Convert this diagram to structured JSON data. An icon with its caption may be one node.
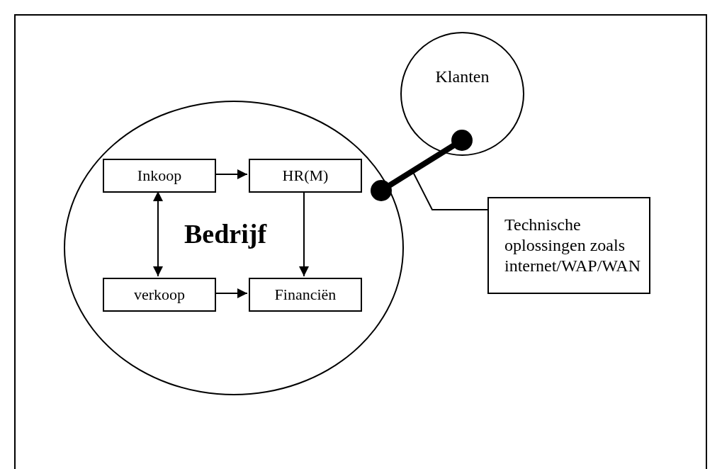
{
  "diagram": {
    "nodes": [
      {
        "text": [
          "Bedrijf"
        ]
      },
      {
        "text": [
          "Inkoop"
        ],
        "in": 0
      },
      {
        "text": [
          "HR(M)"
        ],
        "in": 0
      },
      {
        "text": [
          "verkoop"
        ],
        "in": 0
      },
      {
        "text": [
          "Financiën"
        ],
        "in": 0
      },
      {
        "text": [
          "Klanten"
        ]
      },
      {
        "text": [
          "Technische oplossingen zoals internet/WAP/WAN"
        ]
      }
    ],
    "edges": [
      {
        "from": 1,
        "to": 2,
        "arrow": "to"
      },
      {
        "from": 1,
        "to": 3,
        "arrow": "both"
      },
      {
        "from": 2,
        "to": 4,
        "arrow": "to"
      },
      {
        "from": 3,
        "to": 4,
        "arrow": "to"
      },
      {
        "from": 0,
        "to": 5,
        "arrow": "other",
        "style": "thick"
      },
      {
        "from": 6,
        "to": null,
        "arrow": "none"
      }
    ]
  }
}
